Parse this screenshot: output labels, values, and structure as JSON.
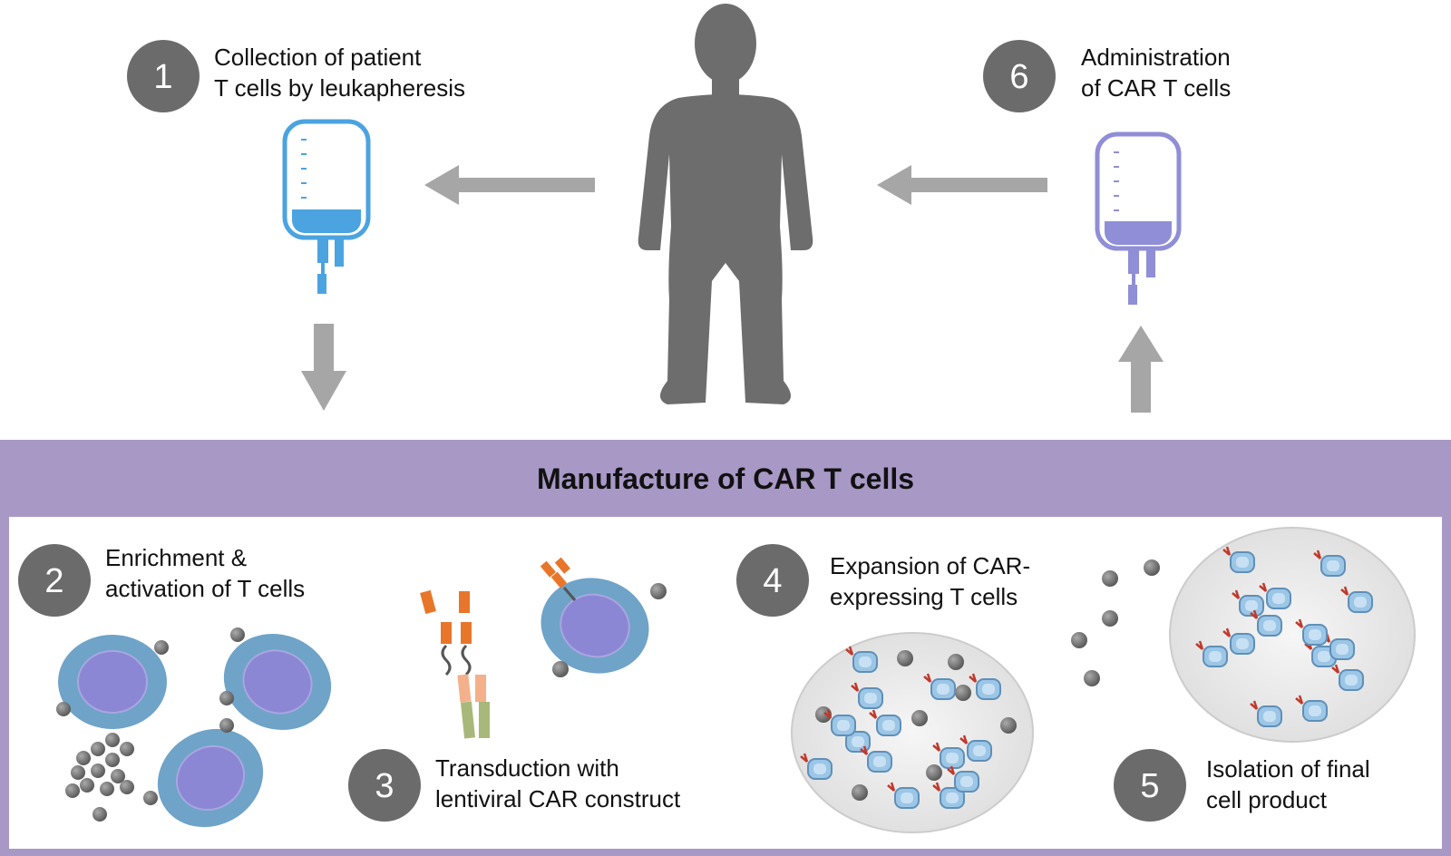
{
  "steps": [
    {
      "number": "1",
      "lines": [
        "Collection of patient",
        "T cells by leukapheresis"
      ]
    },
    {
      "number": "2",
      "lines": [
        "Enrichment &",
        "activation of T cells"
      ]
    },
    {
      "number": "3",
      "lines": [
        "Transduction with",
        "lentiviral CAR construct"
      ]
    },
    {
      "number": "4",
      "lines": [
        "Expansion of CAR-",
        "expressing T cells"
      ]
    },
    {
      "number": "5",
      "lines": [
        "Isolation of final",
        "cell product"
      ]
    },
    {
      "number": "6",
      "lines": [
        "Administration",
        "of CAR T cells"
      ]
    }
  ],
  "manufacture": {
    "title": "Manufacture of CAR T cells"
  },
  "colors": {
    "step_badge": "#6b6b6b",
    "arrow": "#a6a6a6",
    "collection_bag": "#4ba3e0",
    "administration_bag": "#8f8ed6",
    "manufacture_band": "#a898c6",
    "cell_cytoplasm": "#6fa3c8",
    "cell_nucleus": "#8c87d4",
    "bead": "#7a7a7a",
    "car_antigen_binding": "#e8762a",
    "car_hinge": "#f4b08a",
    "car_signaling": "#a8b87a"
  },
  "icons": [
    "human-silhouette-icon",
    "iv-bag-icon",
    "arrow-icon",
    "t-cell-icon",
    "bead-icon",
    "car-receptor-icon",
    "culture-dish-icon"
  ]
}
